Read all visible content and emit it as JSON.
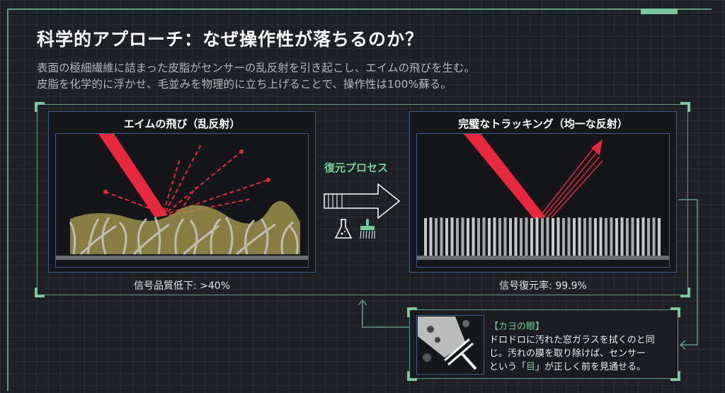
{
  "title": "科学的アプローチ：なぜ操作性が落ちるのか？",
  "subtitle": [
    "表面の極細繊維に詰まった皮脂がセンサーの乱反射を引き起こし、エイムの飛びを生む。",
    "皮脂を化学的に浮かせ、毛並みを物理的に立ち上げることで、操作性は100%蘇る。"
  ],
  "left_panel": {
    "title": "エイムの飛び（乱反射）",
    "caption": "信号品質低下: >40%"
  },
  "process": {
    "label": "復元プロセス",
    "icons": [
      "flask-icon",
      "brush-icon"
    ]
  },
  "right_panel": {
    "title": "完璧なトラッキング（均一な反射）",
    "caption": "信号復元率: 99.9%"
  },
  "callout": {
    "heading": "【カヨの眼】",
    "line1": "ドロドロに汚れた窓ガラスを拭くのと同",
    "line2": "じ。汚れの膜を取り除けば、センサー",
    "line3_pre": "という「",
    "line3_em": "目",
    "line3_post": "」が正しく前を見通せる。"
  },
  "colors": {
    "accent": "#6fcf97",
    "frame": "#5f9c80",
    "laser": "#e8283c",
    "panel_border": "#3d5f8f"
  }
}
